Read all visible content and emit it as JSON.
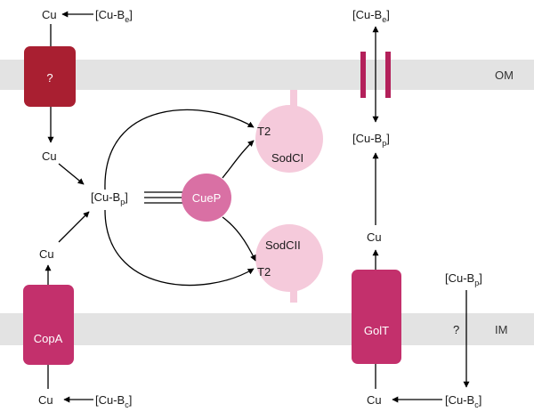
{
  "membranes": {
    "outer": {
      "label": "OM"
    },
    "inner": {
      "label": "IM"
    }
  },
  "proteins": {
    "unknown_om": {
      "label": "?"
    },
    "copa": {
      "label": "CopA"
    },
    "golt": {
      "label": "GolT"
    },
    "cuep": {
      "label": "CueP"
    },
    "sodci": {
      "label": "SodCI",
      "site": "T2"
    },
    "sodcii": {
      "label": "SodCII",
      "site": "T2"
    }
  },
  "species": {
    "cu": "Cu",
    "cu_b_prefix": "[Cu-B",
    "suffix": "]",
    "sub_e": "e",
    "sub_p": "p",
    "sub_c": "c"
  },
  "unknown_transport": "?",
  "colors": {
    "membrane_band": "#e3e3e3",
    "dark_red": "#a91f31",
    "magenta": "#c3306c",
    "cuep": "#d970a4",
    "light_pink": "#f5cadb",
    "porin": "#b3205a"
  }
}
